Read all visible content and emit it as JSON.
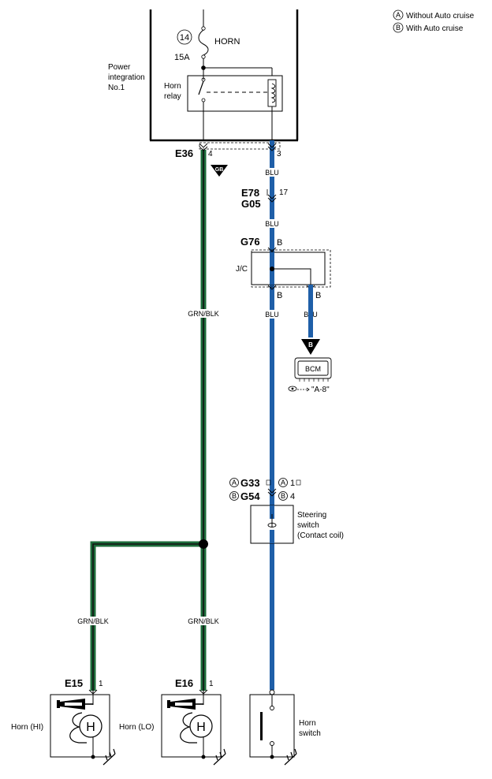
{
  "legend": {
    "a_letter": "A",
    "a_text": "Without Auto cruise",
    "b_letter": "B",
    "b_text": "With Auto cruise"
  },
  "fuse": {
    "number": "14",
    "name": "HORN",
    "rating": "15A"
  },
  "power_integration": {
    "line1": "Power",
    "line2": "integration",
    "line3": "No.1"
  },
  "horn_relay": {
    "line1": "Horn",
    "line2": "relay"
  },
  "connectors": {
    "e36": "E36",
    "e36_pin_left": "4",
    "e36_pin_right": "3",
    "gb": "GB",
    "e78": "E78",
    "g05": "G05",
    "e78_pin": "17",
    "g76": "G76",
    "g76_pin": "B",
    "jc": "J/C",
    "jc_pin_left": "B",
    "jc_pin_right": "B",
    "b_arrow": "B",
    "g33": "G33",
    "g54": "G54",
    "g33_variant": "A",
    "g54_variant": "B",
    "g33_pin_variant": "A",
    "g33_pin": "1",
    "g54_pin_variant": "B",
    "g54_pin": "4",
    "e15": "E15",
    "e15_pin": "1",
    "e16": "E16",
    "e16_pin": "1"
  },
  "wires": {
    "blu1": "BLU",
    "blu2": "BLU",
    "blu3": "BLU",
    "blu4": "BLU",
    "grnblk1": "GRN/BLK",
    "grnblk2": "GRN/BLK",
    "grnblk3": "GRN/BLK"
  },
  "bcm": {
    "label": "BCM",
    "ref": "\"A-8\""
  },
  "steering_switch": {
    "line1": "Steering",
    "line2": "switch",
    "line3": "(Contact coil)"
  },
  "horn_hi": {
    "label": "Horn (HI)",
    "letter": "H"
  },
  "horn_lo": {
    "label": "Horn (LO)",
    "letter": "H"
  },
  "horn_switch": {
    "line1": "Horn",
    "line2": "switch"
  },
  "colors": {
    "blu": "#1f5fa8",
    "grn": "#1c6b3a",
    "blk": "#111111"
  }
}
